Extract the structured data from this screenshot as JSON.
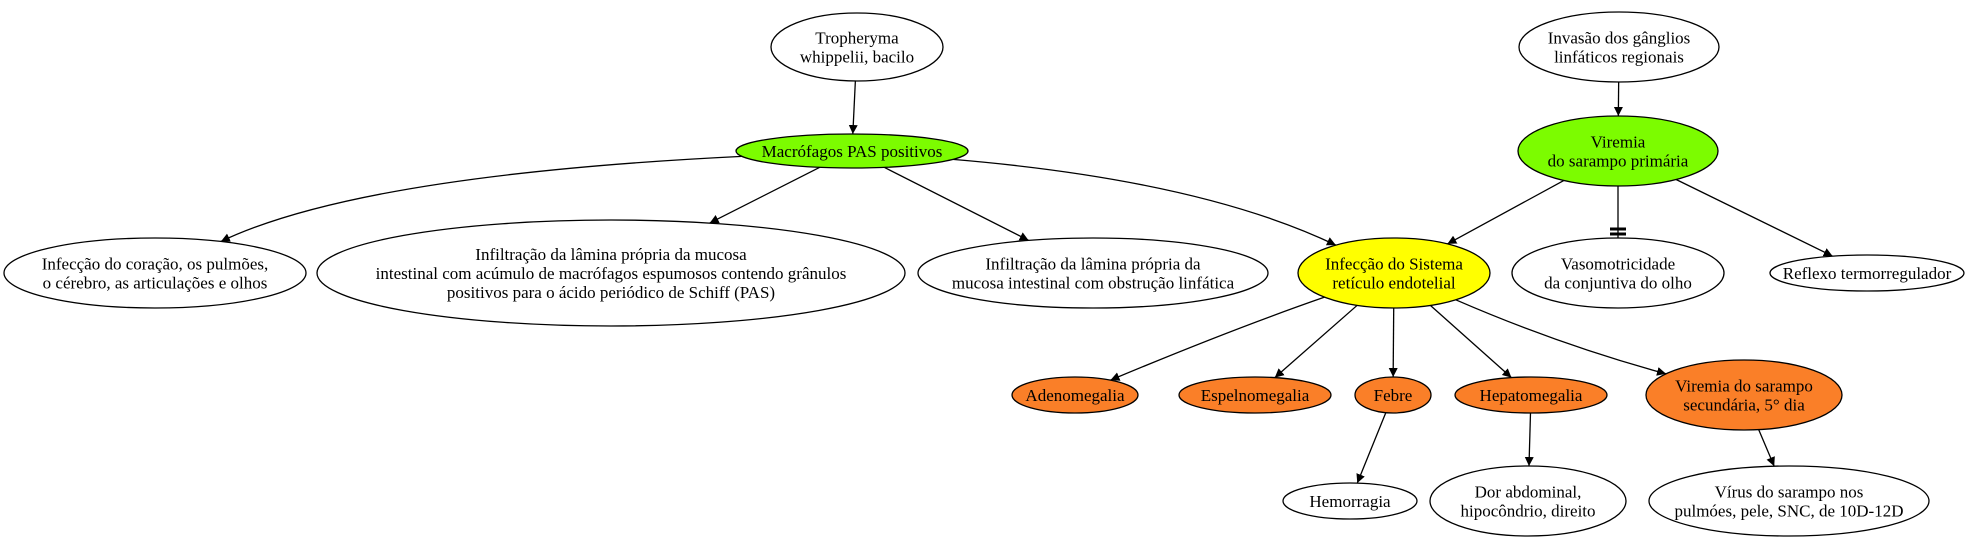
{
  "colors": {
    "white": "#ffffff",
    "green": "#7cfc00",
    "yellow": "#ffff00",
    "orange": "#fa7f28"
  },
  "nodes": {
    "tropheryma": {
      "lines": [
        "Tropheryma",
        "whippelii, bacilo"
      ],
      "fill": "white"
    },
    "macrofagos": {
      "lines": [
        "Macrófagos PAS positivos"
      ],
      "fill": "green"
    },
    "infeccao_coracao": {
      "lines": [
        "Infecção do coração, os pulmões,",
        "o cérebro, as articulações e olhos"
      ],
      "fill": "white"
    },
    "infiltracao_acumulo": {
      "lines": [
        "Infiltração da lâmina própria da mucosa",
        "intestinal com acúmulo de macrófagos espumosos contendo grânulos",
        "positivos para o ácido periódico de Schiff (PAS)"
      ],
      "fill": "white"
    },
    "infiltracao_obstrucao": {
      "lines": [
        "Infiltração da lâmina própria da",
        "mucosa intestinal com obstrução linfática"
      ],
      "fill": "white"
    },
    "invasao": {
      "lines": [
        "Invasão dos gânglios",
        "linfáticos regionais"
      ],
      "fill": "white"
    },
    "viremia_primaria": {
      "lines": [
        "Viremia",
        "do sarampo primária"
      ],
      "fill": "green"
    },
    "infeccao_sistema": {
      "lines": [
        "Infecção do Sistema",
        "retículo endotelial"
      ],
      "fill": "yellow"
    },
    "vasomotricidade": {
      "lines": [
        "Vasomotricidade",
        "da conjuntiva do olho"
      ],
      "fill": "white"
    },
    "reflexo": {
      "lines": [
        "Reflexo termorregulador"
      ],
      "fill": "white"
    },
    "adenomegalia": {
      "lines": [
        "Adenomegalia"
      ],
      "fill": "orange"
    },
    "espelnomegalia": {
      "lines": [
        "Espelnomegalia"
      ],
      "fill": "orange"
    },
    "febre": {
      "lines": [
        "Febre"
      ],
      "fill": "orange"
    },
    "hepatomegalia": {
      "lines": [
        "Hepatomegalia"
      ],
      "fill": "orange"
    },
    "viremia_secundaria": {
      "lines": [
        "Viremia do sarampo",
        "secundária, 5° dia"
      ],
      "fill": "orange"
    },
    "hemorragia": {
      "lines": [
        "Hemorragia"
      ],
      "fill": "white"
    },
    "dor_abdominal": {
      "lines": [
        "Dor abdominal,",
        "hipocôndrio, direito"
      ],
      "fill": "white"
    },
    "virus_pulmoes": {
      "lines": [
        "Vírus do sarampo nos",
        "pulmóes, pele, SNC, de 10D-12D"
      ],
      "fill": "white"
    }
  },
  "edges": [
    {
      "from": "tropheryma",
      "to": "macrofagos",
      "type": "arrow"
    },
    {
      "from": "macrofagos",
      "to": "infeccao_coracao",
      "type": "arrow"
    },
    {
      "from": "macrofagos",
      "to": "infiltracao_acumulo",
      "type": "arrow"
    },
    {
      "from": "macrofagos",
      "to": "infiltracao_obstrucao",
      "type": "arrow"
    },
    {
      "from": "macrofagos",
      "to": "infeccao_sistema",
      "type": "arrow"
    },
    {
      "from": "invasao",
      "to": "viremia_primaria",
      "type": "arrow"
    },
    {
      "from": "viremia_primaria",
      "to": "infeccao_sistema",
      "type": "arrow"
    },
    {
      "from": "viremia_primaria",
      "to": "vasomotricidade",
      "type": "tee"
    },
    {
      "from": "viremia_primaria",
      "to": "reflexo",
      "type": "arrow"
    },
    {
      "from": "infeccao_sistema",
      "to": "adenomegalia",
      "type": "arrow"
    },
    {
      "from": "infeccao_sistema",
      "to": "espelnomegalia",
      "type": "arrow"
    },
    {
      "from": "infeccao_sistema",
      "to": "febre",
      "type": "arrow"
    },
    {
      "from": "infeccao_sistema",
      "to": "hepatomegalia",
      "type": "arrow"
    },
    {
      "from": "infeccao_sistema",
      "to": "viremia_secundaria",
      "type": "arrow"
    },
    {
      "from": "febre",
      "to": "hemorragia",
      "type": "arrow"
    },
    {
      "from": "hepatomegalia",
      "to": "dor_abdominal",
      "type": "arrow"
    },
    {
      "from": "viremia_secundaria",
      "to": "virus_pulmoes",
      "type": "arrow"
    }
  ]
}
